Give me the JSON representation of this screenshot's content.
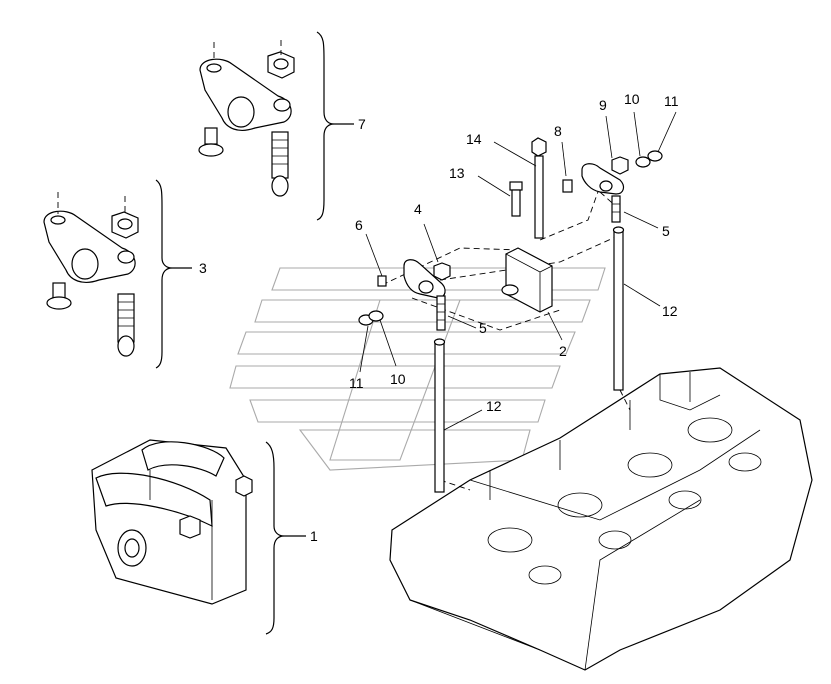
{
  "diagram": {
    "callouts": {
      "c1": "1",
      "c2": "2",
      "c3": "3",
      "c4": "4",
      "c5a": "5",
      "c5b": "5",
      "c6": "6",
      "c7": "7",
      "c8": "8",
      "c9": "9",
      "c10a": "10",
      "c10b": "10",
      "c11a": "11",
      "c11b": "11",
      "c12a": "12",
      "c12b": "12",
      "c13": "13",
      "c14": "14"
    }
  }
}
